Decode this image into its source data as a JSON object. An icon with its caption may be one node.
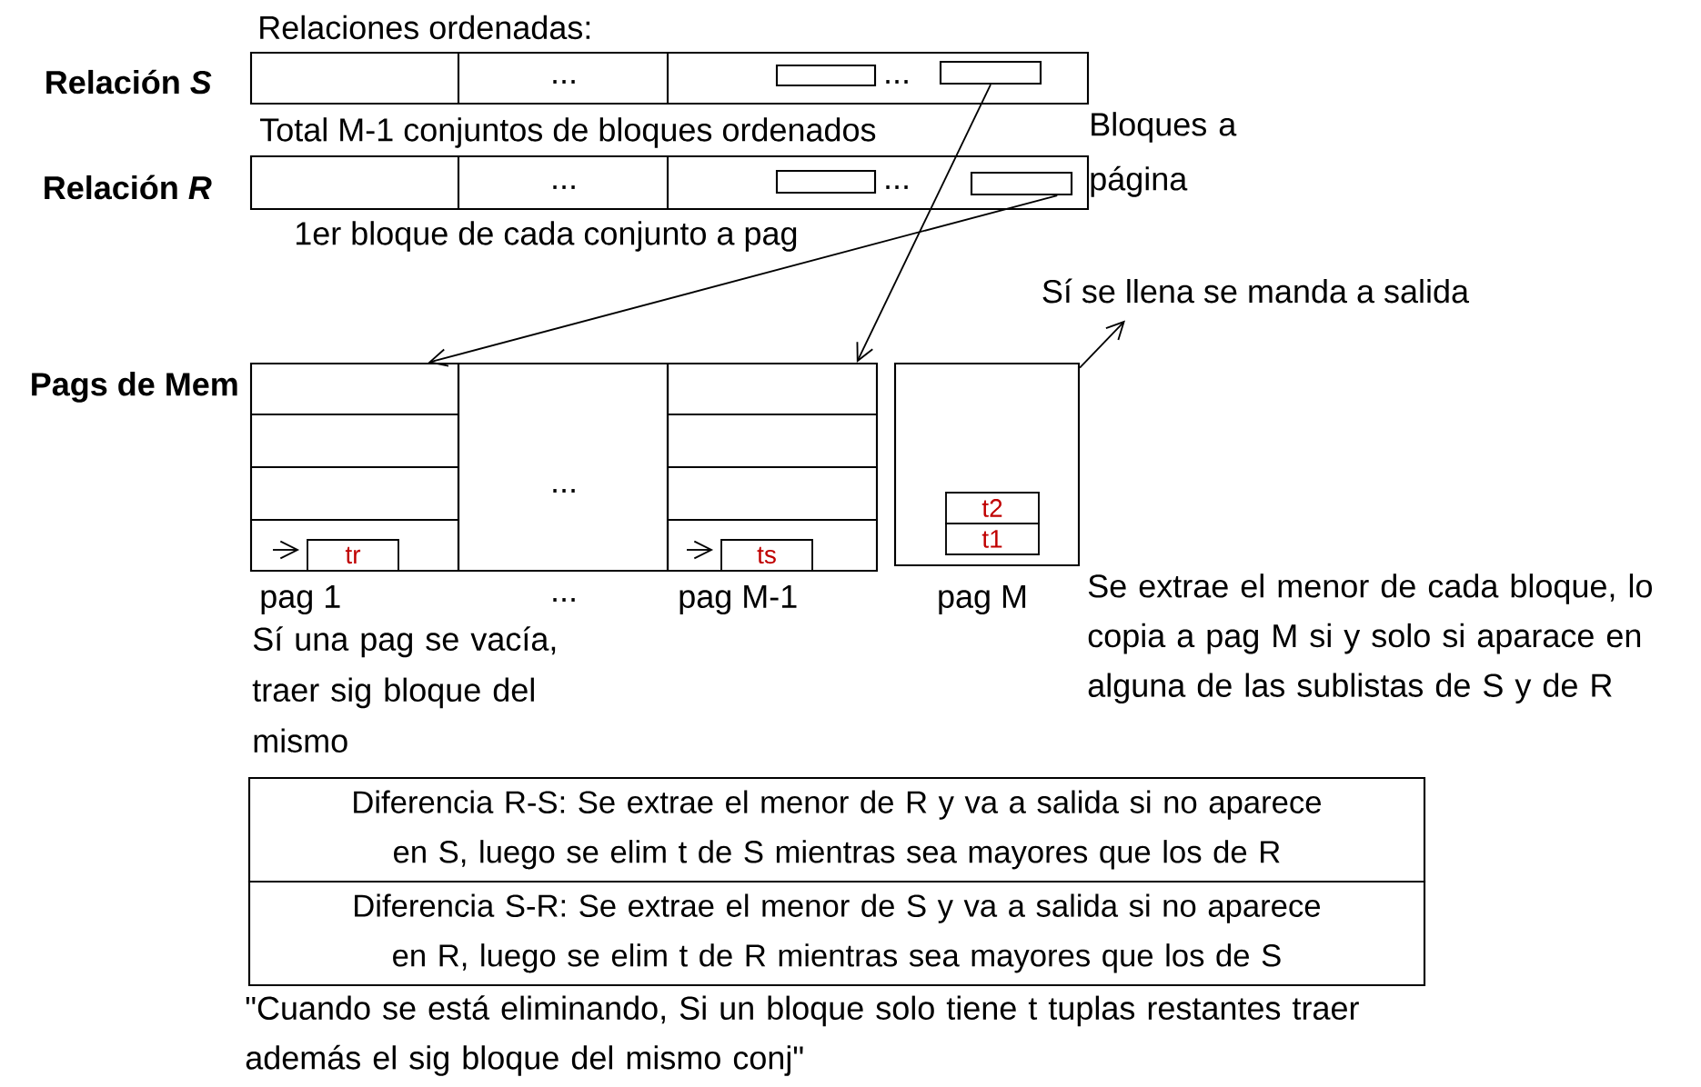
{
  "diagram": {
    "nodes": [
      {
        "text": [],
        "shape": "box"
      },
      {
        "text": [],
        "shape": "box"
      },
      {
        "text": [],
        "shape": "box"
      },
      {
        "text": [],
        "shape": "box"
      },
      {
        "text": [],
        "shape": "box",
        "beside": [
          "pag 1"
        ]
      },
      {
        "text": [
          "tr"
        ],
        "in": 4
      },
      {
        "text": [],
        "shape": "box",
        "beside": [
          "pag M-1"
        ]
      },
      {
        "text": [
          "ts"
        ],
        "in": 6
      },
      {
        "text": [],
        "shape": "box",
        "beside": [
          "pag M"
        ]
      },
      {
        "text": [
          "t2"
        ],
        "in": 8
      },
      {
        "text": [
          "t1"
        ],
        "in": 8
      },
      {
        "text": [
          "Diferencia R-S: Se extrae el menor de R y va a salida si no aparece en S, luego se elim t de S mientras sea mayores que los de R"
        ]
      },
      {
        "text": [
          "Diferencia S-R: Se extrae el menor de S y va a salida si no aparece en R, luego se elim t de R mientras sea mayores que los de S"
        ]
      },
      {
        "text": [
          "Sí se llena se manda a salida"
        ]
      }
    ],
    "edges": [
      {
        "from": 1,
        "to": 6,
        "arrow": "to"
      },
      {
        "from": 3,
        "to": 4,
        "arrow": "to"
      },
      {
        "from": 8,
        "to": 13,
        "arrow": "to"
      },
      {
        "from": null,
        "to": 5,
        "arrow": "to"
      },
      {
        "from": null,
        "to": 7,
        "arrow": "to"
      }
    ],
    "labels": [
      "Relaciones ordenadas:",
      "Relación *S*",
      "...",
      "...",
      "Total M-1 conjuntos de bloques ordenados",
      "Bloques a página",
      "Relación *R*",
      "...",
      "...",
      "1er bloque de cada conjunto a pag",
      "Pags de Mem",
      "...",
      "...",
      "Sí una pag se vacía, traer sig bloque del mismo",
      "Se extrae el menor de cada bloque, lo copia a pag M si y solo si aparace en alguna de las sublistas de S y de R",
      "\"Cuando se está eliminando, Si un bloque solo tiene t tuplas restantes traer además el sig bloque del  mismo conj\""
    ]
  }
}
